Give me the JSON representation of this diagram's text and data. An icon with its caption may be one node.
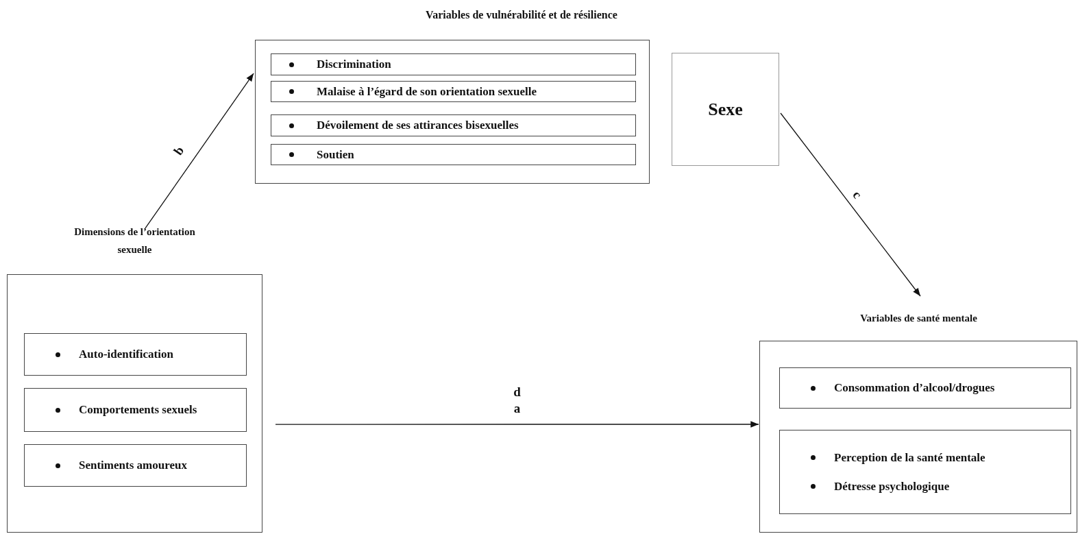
{
  "diagram": {
    "nodes": [
      {
        "text": [
          "Variables de vulnérabilité et de résilience"
        ]
      },
      {
        "text": [
          "Discrimination"
        ],
        "in": 0
      },
      {
        "text": [
          "Malaise à l’égard de son orientation sexuelle"
        ],
        "in": 0
      },
      {
        "text": [
          "Dévoilement de ses attirances bisexuelles"
        ],
        "in": 0
      },
      {
        "text": [
          "Soutien"
        ],
        "in": 0
      },
      {
        "text": [
          "Sexe"
        ]
      },
      {
        "text": [
          "Dimensions de l’orientation sexuelle"
        ]
      },
      {
        "text": [
          "Auto-identification"
        ],
        "in": 6
      },
      {
        "text": [
          "Comportements sexuels"
        ],
        "in": 6
      },
      {
        "text": [
          "Sentiments amoureux"
        ],
        "in": 6
      },
      {
        "text": [
          "Variables de santé mentale"
        ]
      },
      {
        "text": [
          "Consommation d’alcool/drogues"
        ],
        "in": 10
      },
      {
        "text": [
          "Perception de la santé mentale",
          "Détresse psychologique"
        ],
        "in": 10
      }
    ],
    "edges": [
      {
        "from": 6,
        "to": 0,
        "arrow": "to",
        "label": "b"
      },
      {
        "from": 5,
        "to": 10,
        "arrow": "to",
        "label": "c"
      },
      {
        "from": 6,
        "to": 10,
        "arrow": "to",
        "label": "d a"
      }
    ]
  }
}
